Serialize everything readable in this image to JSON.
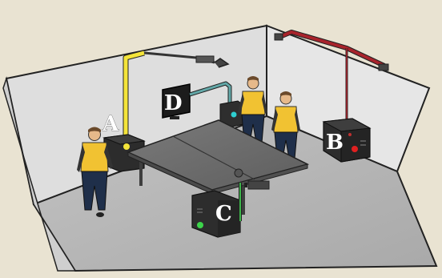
{
  "labels": {
    "a": "A",
    "b": "B",
    "c": "C",
    "d": "D"
  },
  "colors": {
    "background": "#e9e3d2",
    "wall": "#dcdcdc",
    "wall_right": "#e3e3e3",
    "floor": "#b9b9b9",
    "table": "#6e6e6e",
    "computer": "#2f2f2f",
    "cable_a": "#f4e43a",
    "cable_b": "#a8232b",
    "cable_c": "#3db54a",
    "cable_d": "#63a8a8",
    "shirt": "#f1c232",
    "pants": "#1f2f4a"
  },
  "icons": {
    "ceiling_camera": "ceiling-mounted-camera",
    "monitor": "display-monitor",
    "workstation": "computer-tower",
    "person": "standing-person"
  }
}
